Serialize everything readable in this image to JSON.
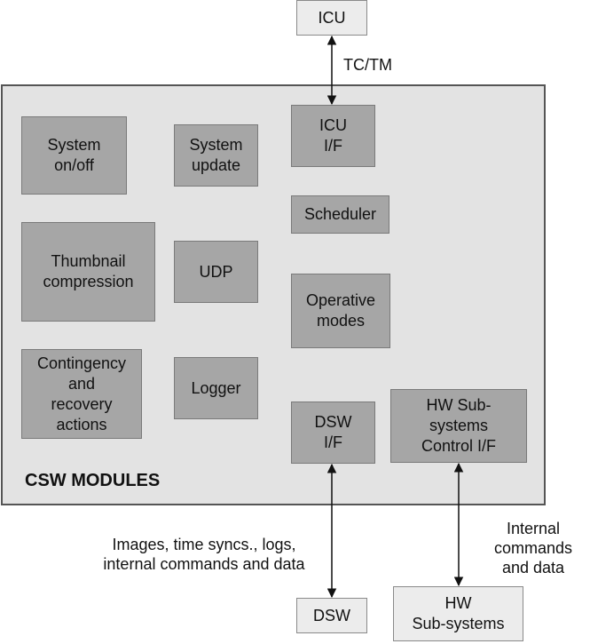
{
  "external": {
    "icu": "ICU",
    "dsw": "DSW",
    "hw_subsystems": "HW\nSub-systems"
  },
  "container": {
    "title": "CSW MODULES"
  },
  "modules": {
    "system_onoff": "System\non/off",
    "system_update": "System\nupdate",
    "icu_if": "ICU\nI/F",
    "scheduler": "Scheduler",
    "thumbnail_compression": "Thumbnail\ncompression",
    "udp": "UDP",
    "operative_modes": "Operative\nmodes",
    "contingency": "Contingency\nand\nrecovery\nactions",
    "logger": "Logger",
    "dsw_if": "DSW\nI/F",
    "hw_control_if": "HW Sub-\nsystems\nControl I/F"
  },
  "labels": {
    "tc_tm": "TC/TM",
    "dsw_link": "Images, time syncs., logs,\ninternal commands and data",
    "hw_link": "Internal\ncommands\nand data"
  }
}
